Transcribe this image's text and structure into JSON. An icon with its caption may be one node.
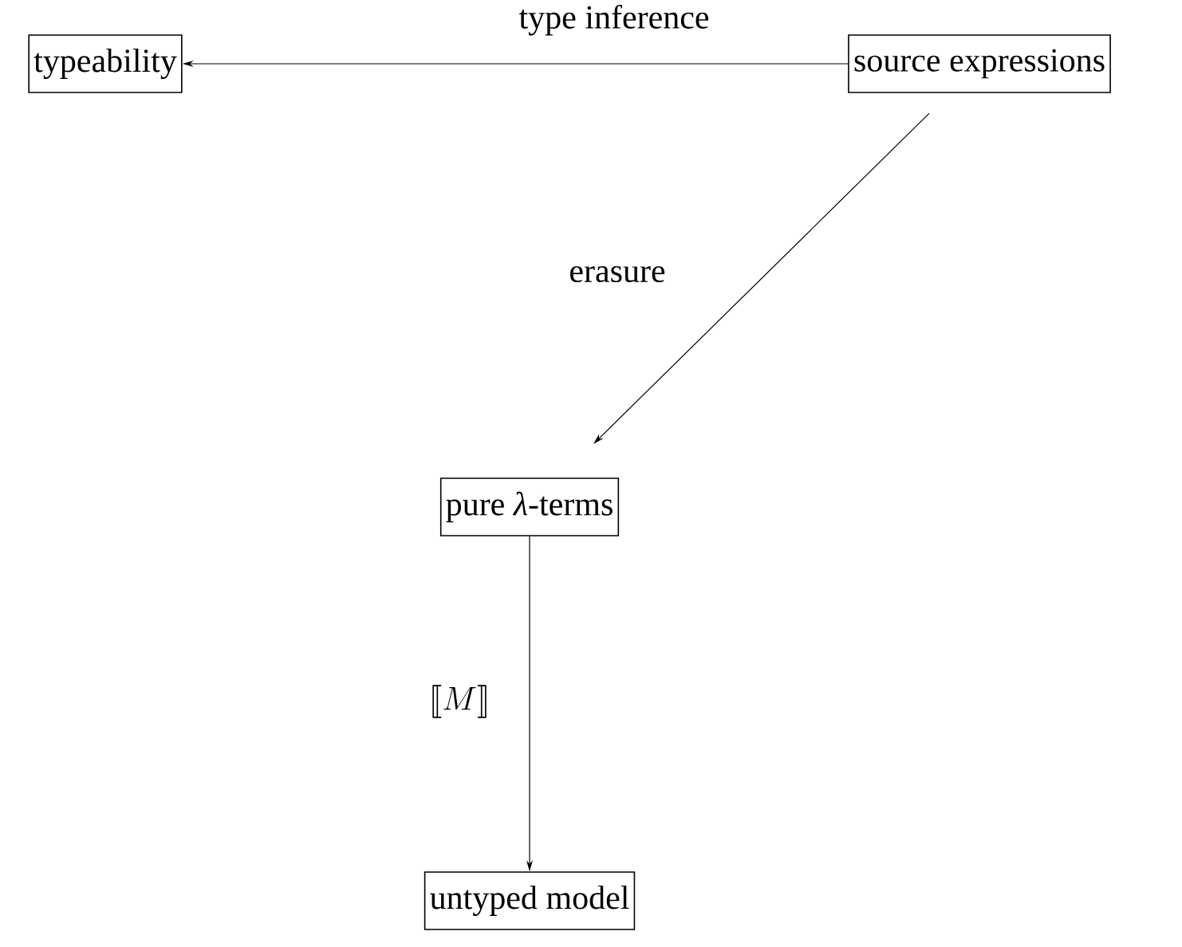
{
  "diagram": {
    "nodes": [
      {
        "text": [
          "typeability"
        ]
      },
      {
        "text": [
          "source expressions"
        ]
      },
      {
        "text": [
          "pure *λ*-terms"
        ]
      },
      {
        "text": [
          "untyped model"
        ]
      }
    ],
    "edges": [
      {
        "from": 1,
        "to": 0,
        "arrow": "to",
        "label": "type inference"
      },
      {
        "from": 1,
        "to": 2,
        "arrow": "to",
        "label": "erasure"
      },
      {
        "from": 2,
        "to": 3,
        "arrow": "to",
        "label": "\\llbracket M \\rrbracket"
      }
    ]
  }
}
